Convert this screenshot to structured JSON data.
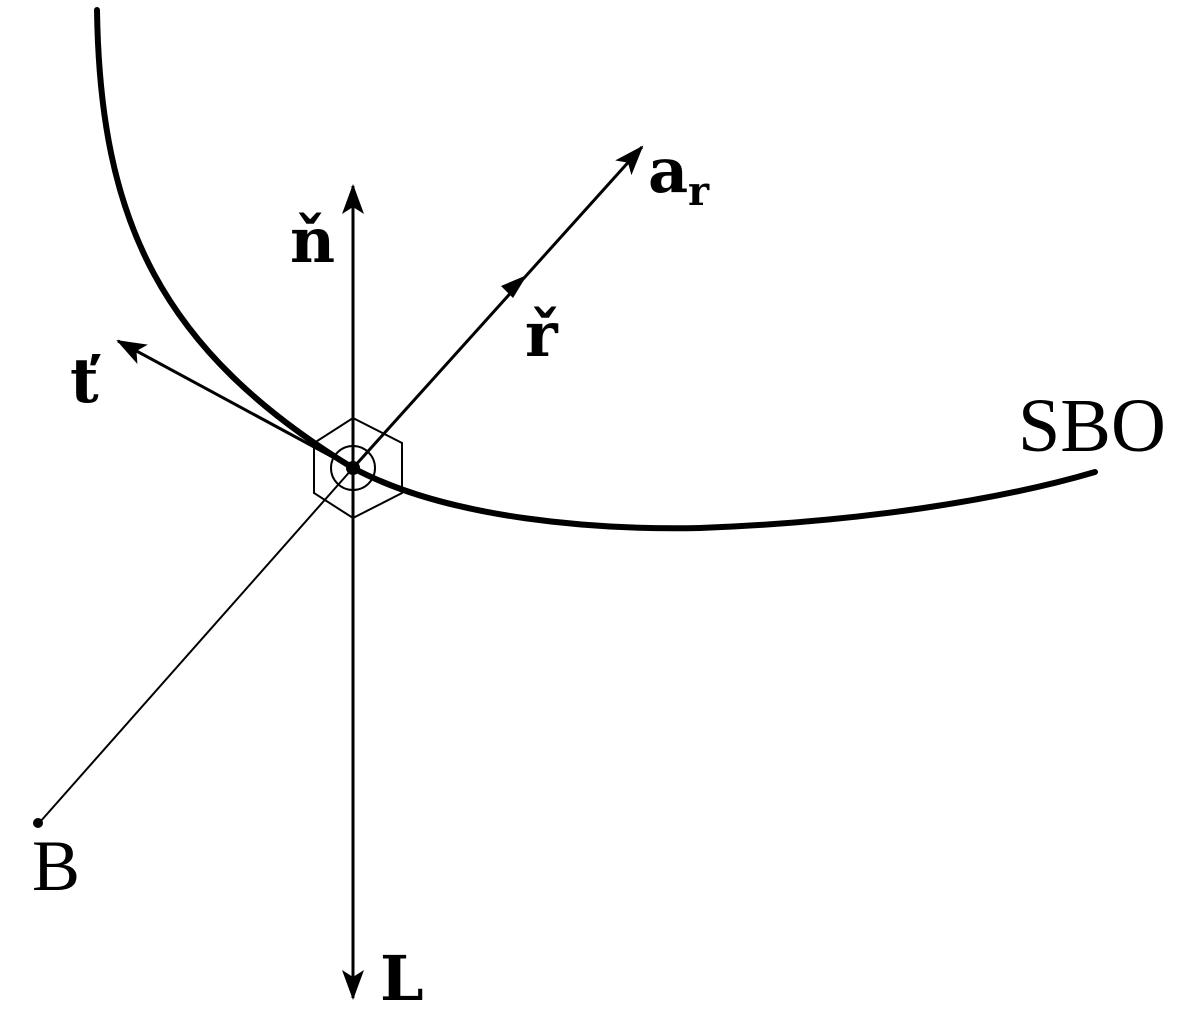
{
  "labels": {
    "n_vec": "ň",
    "t_vec": "ť",
    "r_vec": "ř",
    "a_r_base": "a",
    "a_r_sub": "r",
    "L_vec": "L",
    "B_point": "B",
    "SBO": "SBO"
  },
  "colors": {
    "ink": "#000000",
    "background": "#ffffff"
  }
}
